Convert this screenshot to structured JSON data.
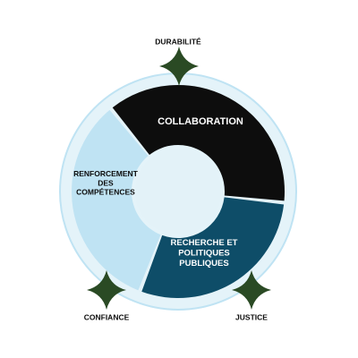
{
  "diagram": {
    "segments": [
      {
        "key": "collaboration",
        "lines": [
          "COLLABORATION"
        ],
        "fill": "#0d0d0d",
        "text_color": "#ffffff"
      },
      {
        "key": "recherche",
        "lines": [
          "RECHERCHE ET",
          "POLITIQUES",
          "PUBLIQUES"
        ],
        "fill": "#0e4d68",
        "text_color": "#ffffff"
      },
      {
        "key": "renforcement",
        "lines": [
          "RENFORCEMENT",
          "DES",
          "COMPÉTENCES"
        ],
        "fill": "#bfe3f3",
        "text_color": "#0d0d0d"
      }
    ],
    "values": [
      {
        "key": "durabilite",
        "label": "DURABILITÉ",
        "icon": "star-icon"
      },
      {
        "key": "confiance",
        "label": "CONFIANCE",
        "icon": "star-icon"
      },
      {
        "key": "justice",
        "label": "JUSTICE",
        "icon": "star-icon"
      }
    ],
    "colors": {
      "outer_ring": "#e4f3f9",
      "ring_border": "#bfe3f3",
      "center": "#e3f2f8",
      "star": "#2a4a24",
      "label": "#0d0d0d"
    }
  }
}
